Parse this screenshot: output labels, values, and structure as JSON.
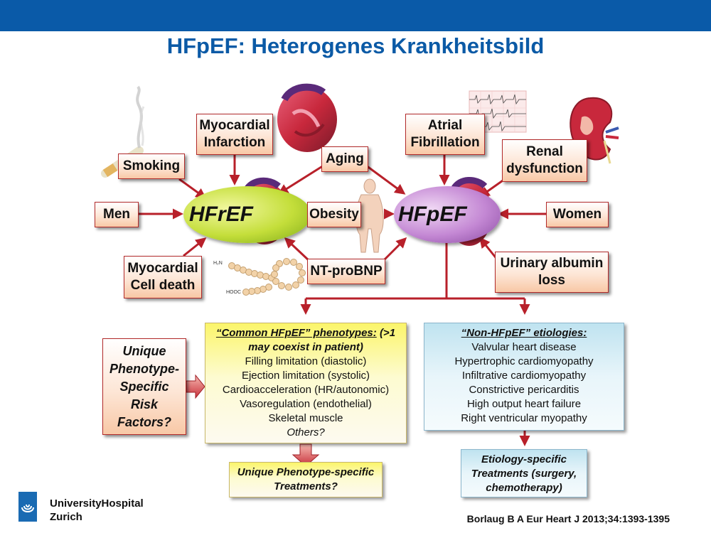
{
  "title": "HFpEF: Heterogenes Krankheitsbild",
  "left_ellipse": "HFrEF",
  "right_ellipse": "HFpEF",
  "factors": {
    "myocardial_infarction": [
      "Myocardial",
      "Infarction"
    ],
    "smoking": "Smoking",
    "aging": "Aging",
    "men": "Men",
    "obesity": "Obesity",
    "myocardial_cell_death": [
      "Myocardial",
      "Cell death"
    ],
    "nt_probnp": "NT-proBNP",
    "atrial_fibrillation": [
      "Atrial",
      "Fibrillation"
    ],
    "renal_dysfunction": [
      "Renal",
      "dysfunction"
    ],
    "women": "Women",
    "urinary_albumin": [
      "Urinary albumin",
      "loss"
    ]
  },
  "unique_risk": [
    "Unique",
    "Phenotype-",
    "Specific",
    "Risk",
    "Factors?"
  ],
  "common_phenotypes": {
    "heading_1": "“Common HFpEF” phenotypes:",
    "heading_2": "(>1",
    "heading_3": "may coexist in patient)",
    "items": [
      "Filling limitation (diastolic)",
      "Ejection limitation (systolic)",
      "Cardioacceleration (HR/autonomic)",
      "Vasoregulation (endothelial)",
      "Skeletal muscle"
    ],
    "others": "Others?"
  },
  "non_hfpef": {
    "heading": "“Non-HFpEF” etiologies:",
    "items": [
      "Valvular heart disease",
      "Hypertrophic cardiomyopathy",
      "Infiltrative cardiomyopathy",
      "Constrictive pericarditis",
      "High output heart failure",
      "Right ventricular myopathy"
    ]
  },
  "unique_treatments": [
    "Unique Phenotype-specific",
    "Treatments?"
  ],
  "etiology_treatments": [
    "Etiology-specific",
    "Treatments (surgery,",
    "chemotherapy)"
  ],
  "molecule_labels": {
    "nh2": "H₂N",
    "cooh": "HOOC"
  },
  "logo": {
    "line1": "UniversityHospital",
    "line2": "Zurich"
  },
  "reference": "Borlaug B A Eur Heart J 2013;34:1393-1395",
  "colors": {
    "header_bar": "#0a5aa8",
    "title": "#0b5aa6",
    "arrow": "#b8202a"
  }
}
